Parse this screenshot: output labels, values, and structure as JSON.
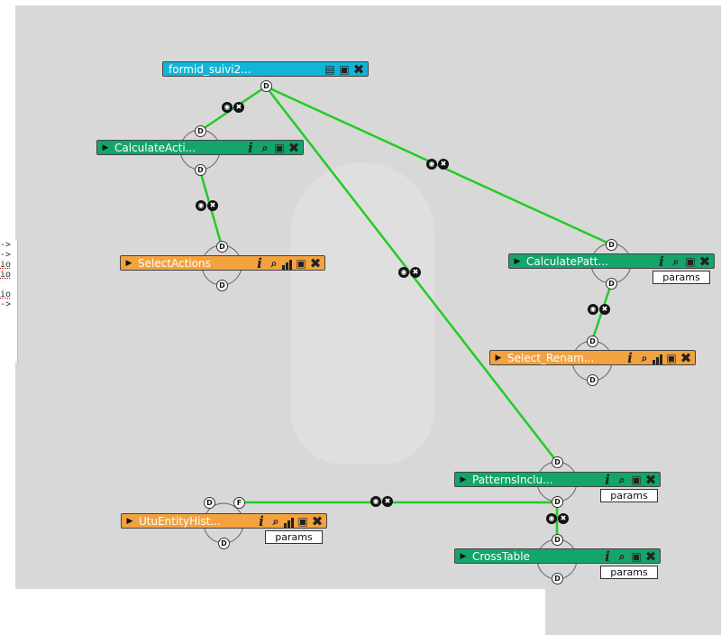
{
  "nodes": {
    "formid": {
      "title": "formid_suivi2..."
    },
    "calculate_actions": {
      "title": "CalculateActi..."
    },
    "select_actions": {
      "title": "SelectActions"
    },
    "calculate_patt": {
      "title": "CalculatePatt...",
      "params": "params"
    },
    "select_renam": {
      "title": "Select_Renam..."
    },
    "patterns_inclu": {
      "title": "PatternsInclu...",
      "params": "params"
    },
    "utu_entity": {
      "title": "UtuEntityHist...",
      "params": "params"
    },
    "crosstable": {
      "title": "CrossTable",
      "params": "params"
    }
  },
  "ports": {
    "data": "D",
    "file": "F"
  },
  "controls": {
    "eye_symbol": "◉",
    "x_symbol": "✖"
  },
  "left_strip": {
    "lines": [
      "->",
      "->",
      "io",
      "io",
      "",
      "io",
      "->"
    ]
  },
  "colors": {
    "canvas": "#d8d8d8",
    "wire": "#22cc22",
    "green": "#13a56a",
    "orange": "#f2a23f",
    "blue": "#12b4d8"
  },
  "icons": [
    "play-icon",
    "info-icon",
    "magnifier-icon",
    "bars-icon",
    "save-icon",
    "close-icon",
    "table-icon",
    "visibility-icon",
    "remove-link-icon"
  ]
}
